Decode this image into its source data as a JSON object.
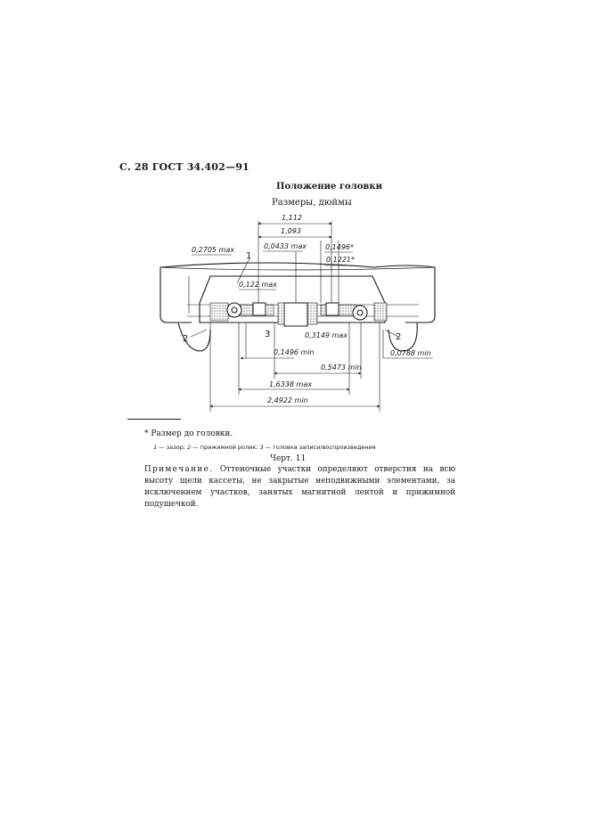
{
  "header": "С. 28 ГОСТ 34.402—91",
  "figure": {
    "title": "Положение головки",
    "subtitle": "Размеры, дюймы",
    "dimensions": {
      "d1112": "1,112",
      "d1093": "1,093",
      "d02705": "0,2705 max",
      "d00433": "0,0433 max",
      "d01496s": "0,1496*",
      "d01221s": "0,1221*",
      "d0122": "0,122 max",
      "d03149": "0,3149 max",
      "d01496min": "0,1496 min",
      "d05473": "0,5473 min",
      "d16338": "1,6338 max",
      "d24922": "2,4922 min",
      "d00788": "0,0788 min"
    },
    "callouts": {
      "one": "1",
      "two_left": "2",
      "two_right": "2",
      "three": "3"
    },
    "chart_number": "Черт. 11"
  },
  "footnote": "* Размер до головки.",
  "legend": {
    "n1": "1",
    "t1": " — зазор; ",
    "n2": "2",
    "t2": " — прижимной ролик; ",
    "n3": "3",
    "t3": " — головка записи/воспроизведения"
  },
  "note": {
    "label": "Примечание.",
    "text": " Оттеночные участки определяют отверстия на всю высоту щели кассеты, не закрытые неподвижными элементами, за исключением участков, занятых магнитной лентой и прижимной подушечкой."
  }
}
